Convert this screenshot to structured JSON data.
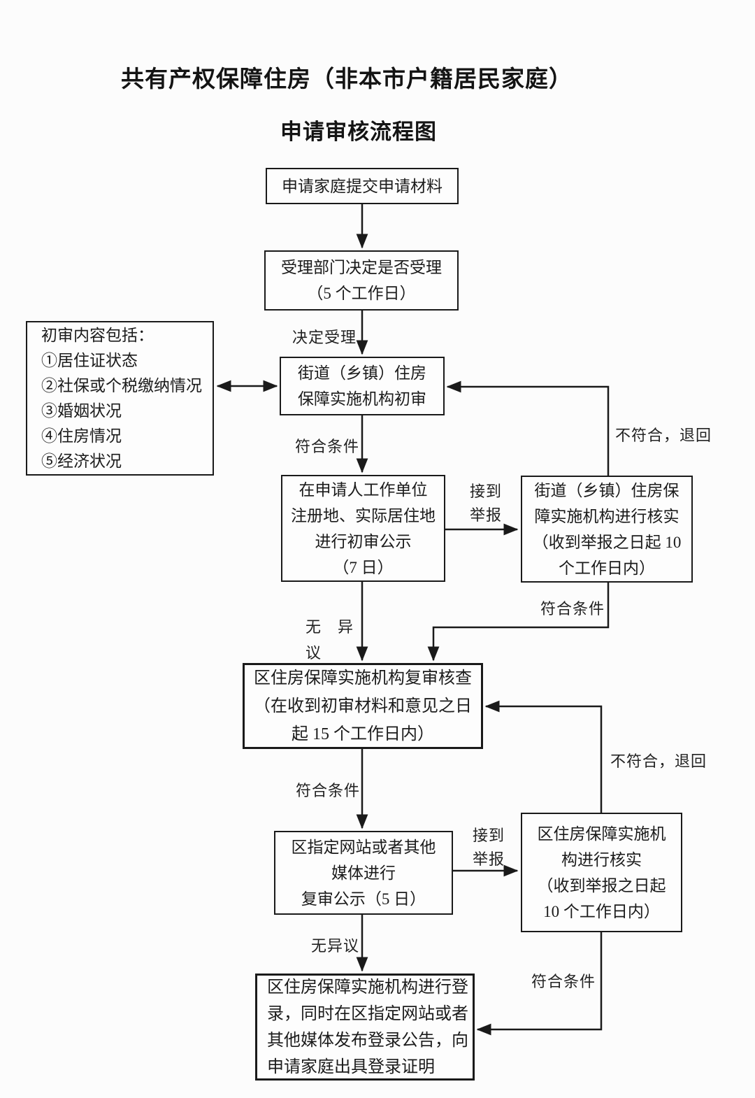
{
  "title": {
    "line1": "共有产权保障住房（非本市户籍居民家庭）",
    "line2": "申请审核流程图"
  },
  "boxes": {
    "submit": "申请家庭提交申请材料",
    "accept": "受理部门决定是否受理\n（5 个工作日）",
    "initial_review_content": "初审内容包括：\n①居住证状态\n②社保或个税缴纳情况\n③婚姻状况\n④住房情况\n⑤经济状况",
    "street_initial_review": "街道（乡镇）住房\n保障实施机构初审",
    "initial_publicity": "在申请人工作单位\n注册地、实际居住地\n进行初审公示\n（7 日）",
    "street_verify": "街道（乡镇）住房保\n障实施机构进行核实\n（收到举报之日起 10\n个工作日内）",
    "district_recheck": "区住房保障实施机构复审核查\n（在收到初审材料和意见之日\n起 15 个工作日内）",
    "recheck_publicity": "区指定网站或者其他\n媒体进行\n复审公示（5 日）",
    "district_verify": "区住房保障实施机\n构进行核实\n（收到举报之日起\n10 个工作日内）",
    "register": "区住房保障实施机构进行登\n录，同时在区指定网站或者\n其他媒体发布登录公告，向\n申请家庭出具登录证明"
  },
  "labels": {
    "decide_accept": "决定受理",
    "meet_criteria": "符合条件",
    "no_objection_wrapped": "无　异\n议",
    "no_objection": "无异议",
    "not_meet_return": "不符合，退回",
    "report_received": "接到\n举报"
  }
}
